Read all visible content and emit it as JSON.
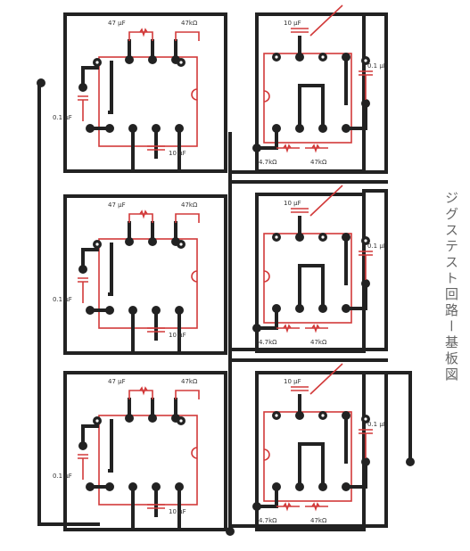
{
  "title": "ジグステスト回路ー基板図",
  "labels": {
    "cap_47uf": "47 μF",
    "cap_10uf": "10 μF",
    "cap_01uf": "0.1 μF",
    "res_47k": "47kΩ",
    "res_4k7": "4.7kΩ"
  }
}
